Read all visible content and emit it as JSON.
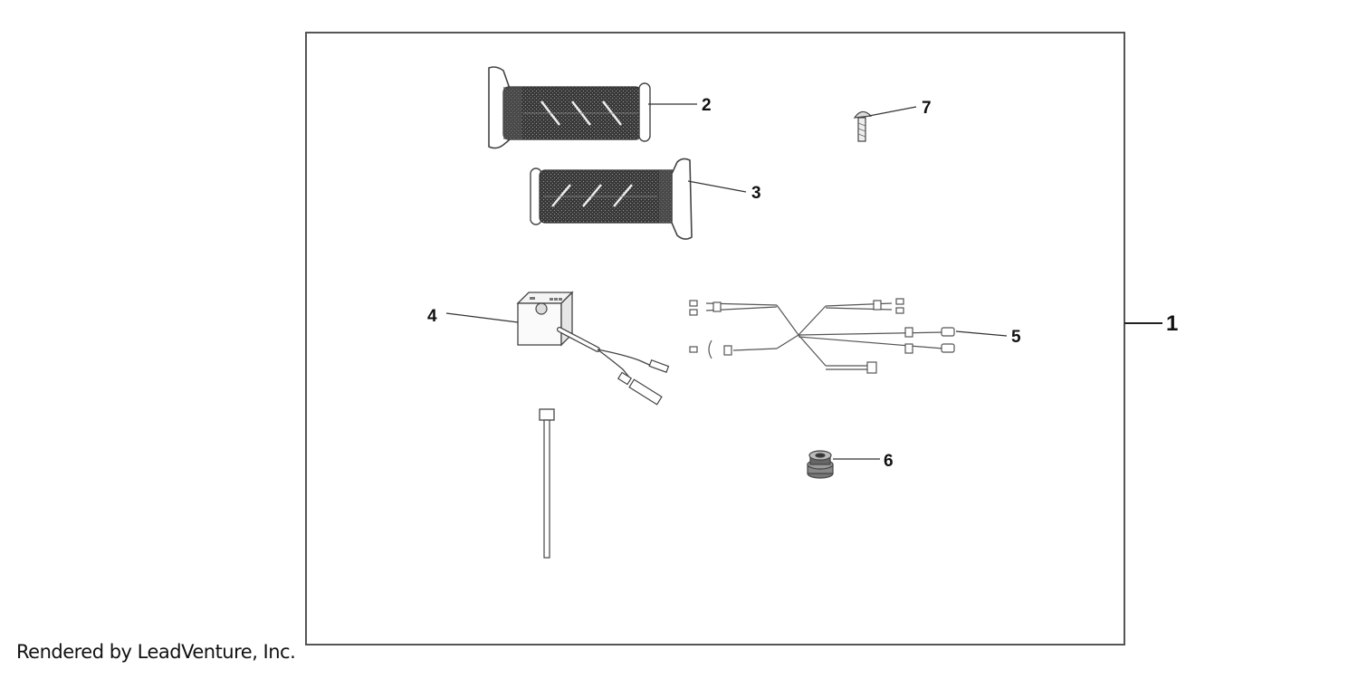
{
  "callouts": {
    "kit": "1",
    "grip_left": "2",
    "grip_right": "3",
    "switch_unit": "4",
    "wire_harness": "5",
    "grommet": "6",
    "screw": "7"
  },
  "credit": "Rendered by LeadVenture, Inc."
}
